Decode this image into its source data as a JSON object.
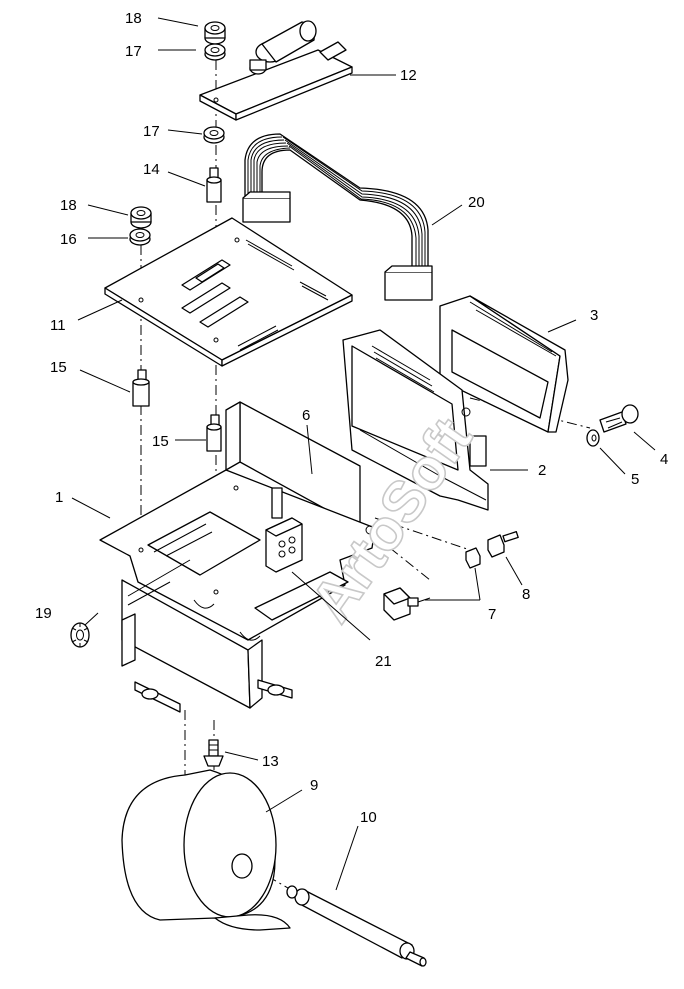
{
  "watermark": "ArtoSoft",
  "callouts": [
    {
      "id": "c18a",
      "label": "18"
    },
    {
      "id": "c17a",
      "label": "17"
    },
    {
      "id": "c12",
      "label": "12"
    },
    {
      "id": "c17b",
      "label": "17"
    },
    {
      "id": "c14",
      "label": "14"
    },
    {
      "id": "c20",
      "label": "20"
    },
    {
      "id": "c18b",
      "label": "18"
    },
    {
      "id": "c16",
      "label": "16"
    },
    {
      "id": "c3",
      "label": "3"
    },
    {
      "id": "c11",
      "label": "11"
    },
    {
      "id": "c15a",
      "label": "15"
    },
    {
      "id": "c6",
      "label": "6"
    },
    {
      "id": "c15b",
      "label": "15"
    },
    {
      "id": "c4",
      "label": "4"
    },
    {
      "id": "c2",
      "label": "2"
    },
    {
      "id": "c5",
      "label": "5"
    },
    {
      "id": "c1",
      "label": "1"
    },
    {
      "id": "c8",
      "label": "8"
    },
    {
      "id": "c19",
      "label": "19"
    },
    {
      "id": "c7",
      "label": "7"
    },
    {
      "id": "c21",
      "label": "21"
    },
    {
      "id": "c13",
      "label": "13"
    },
    {
      "id": "c9",
      "label": "9"
    },
    {
      "id": "c10",
      "label": "10"
    }
  ]
}
